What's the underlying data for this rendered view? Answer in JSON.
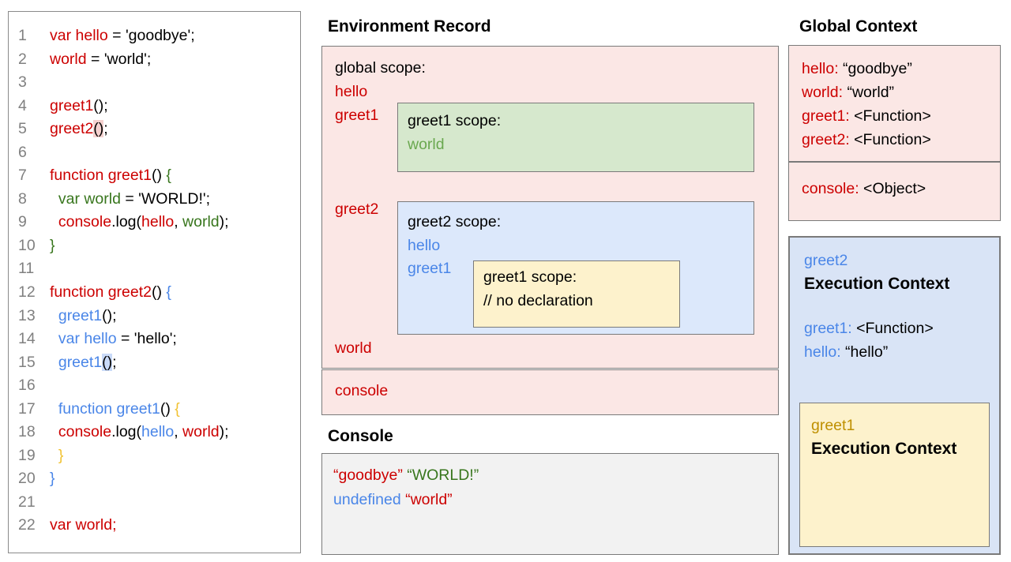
{
  "colors": {
    "red": "#cc0000",
    "black": "#000000",
    "green": "#38761d",
    "env_green": "#6aa84f",
    "blue": "#4a86e8",
    "yellow": "#f1c232",
    "gold": "#bf9000",
    "line_number": "#808080",
    "pink_fill": "#fbe7e5",
    "green_fill": "#d6e8cd",
    "scope_blue_fill": "#dce8fb",
    "ec_blue_fill": "#d9e4f6",
    "yellow_fill": "#fdf2cc",
    "console_fill": "#f2f2f2",
    "white": "#ffffff",
    "border": "#7a7a7a",
    "hl_pink": "#f5d1cf",
    "hl_blue": "#c9daf8"
  },
  "code_panel": {
    "lines": [
      {
        "n": "1",
        "segs": [
          {
            "t": "var hello",
            "c": "red"
          },
          {
            "t": " = 'goodbye';",
            "c": "black"
          }
        ]
      },
      {
        "n": "2",
        "segs": [
          {
            "t": "world",
            "c": "red"
          },
          {
            "t": " = 'world';",
            "c": "black"
          }
        ]
      },
      {
        "n": "3",
        "segs": []
      },
      {
        "n": "4",
        "segs": [
          {
            "t": "greet1",
            "c": "red"
          },
          {
            "t": "();",
            "c": "black"
          }
        ]
      },
      {
        "n": "5",
        "segs": [
          {
            "t": "greet2",
            "c": "red"
          },
          {
            "t": "()",
            "c": "black",
            "bg": "hl_pink"
          },
          {
            "t": ";",
            "c": "black"
          }
        ]
      },
      {
        "n": "6",
        "segs": []
      },
      {
        "n": "7",
        "segs": [
          {
            "t": "function greet1",
            "c": "red"
          },
          {
            "t": "() ",
            "c": "black"
          },
          {
            "t": "{",
            "c": "green"
          }
        ]
      },
      {
        "n": "8",
        "segs": [
          {
            "t": "  ",
            "c": "black"
          },
          {
            "t": "var world",
            "c": "green"
          },
          {
            "t": " = 'WORLD!';",
            "c": "black"
          }
        ]
      },
      {
        "n": "9",
        "segs": [
          {
            "t": "  ",
            "c": "black"
          },
          {
            "t": "console",
            "c": "red"
          },
          {
            "t": ".log(",
            "c": "black"
          },
          {
            "t": "hello",
            "c": "red"
          },
          {
            "t": ", ",
            "c": "black"
          },
          {
            "t": "world",
            "c": "green"
          },
          {
            "t": ");",
            "c": "black"
          }
        ]
      },
      {
        "n": "10",
        "segs": [
          {
            "t": "}",
            "c": "green"
          }
        ]
      },
      {
        "n": "11",
        "segs": []
      },
      {
        "n": "12",
        "segs": [
          {
            "t": "function greet2",
            "c": "red"
          },
          {
            "t": "() ",
            "c": "black"
          },
          {
            "t": "{",
            "c": "blue"
          }
        ]
      },
      {
        "n": "13",
        "segs": [
          {
            "t": "  ",
            "c": "black"
          },
          {
            "t": "greet1",
            "c": "blue"
          },
          {
            "t": "();",
            "c": "black"
          }
        ]
      },
      {
        "n": "14",
        "segs": [
          {
            "t": "  ",
            "c": "black"
          },
          {
            "t": "var hello",
            "c": "blue"
          },
          {
            "t": " = 'hello';",
            "c": "black"
          }
        ]
      },
      {
        "n": "15",
        "segs": [
          {
            "t": "  ",
            "c": "black"
          },
          {
            "t": "greet1",
            "c": "blue"
          },
          {
            "t": "()",
            "c": "black",
            "bg": "hl_blue"
          },
          {
            "t": ";",
            "c": "black"
          }
        ]
      },
      {
        "n": "16",
        "segs": []
      },
      {
        "n": "17",
        "segs": [
          {
            "t": "  ",
            "c": "black"
          },
          {
            "t": "function greet1",
            "c": "blue"
          },
          {
            "t": "() ",
            "c": "black"
          },
          {
            "t": "{",
            "c": "yellow"
          }
        ]
      },
      {
        "n": "18",
        "segs": [
          {
            "t": "  ",
            "c": "black"
          },
          {
            "t": "console",
            "c": "red"
          },
          {
            "t": ".log(",
            "c": "black"
          },
          {
            "t": "hello",
            "c": "blue"
          },
          {
            "t": ", ",
            "c": "black"
          },
          {
            "t": "world",
            "c": "red"
          },
          {
            "t": ");",
            "c": "black"
          }
        ]
      },
      {
        "n": "19",
        "segs": [
          {
            "t": "  ",
            "c": "black"
          },
          {
            "t": "}",
            "c": "yellow"
          }
        ]
      },
      {
        "n": "20",
        "segs": [
          {
            "t": "}",
            "c": "blue"
          }
        ]
      },
      {
        "n": "21",
        "segs": []
      },
      {
        "n": "22",
        "segs": [
          {
            "t": "var world;",
            "c": "red"
          }
        ]
      }
    ]
  },
  "environment_record": {
    "title": "Environment Record",
    "global_scope": {
      "label": "global scope:",
      "members": [
        "hello",
        "greet1",
        "greet2",
        "world"
      ],
      "greet1_scope": {
        "label": "greet1 scope:",
        "member": "world"
      },
      "greet2_scope": {
        "label": "greet2 scope:",
        "members": [
          "hello",
          "greet1"
        ],
        "greet1_scope": {
          "label": "greet1 scope:",
          "comment": "// no declaration"
        }
      }
    },
    "console_member": "console"
  },
  "console_panel": {
    "title": "Console",
    "lines": [
      [
        {
          "t": "“goodbye”",
          "c": "red"
        },
        {
          "t": " ",
          "c": "black"
        },
        {
          "t": "“WORLD!”",
          "c": "green"
        }
      ],
      [
        {
          "t": "undefined",
          "c": "blue"
        },
        {
          "t": " ",
          "c": "black"
        },
        {
          "t": "“world”",
          "c": "red"
        }
      ]
    ]
  },
  "global_context": {
    "title": "Global Context",
    "variables": [
      [
        {
          "t": "hello:",
          "c": "red"
        },
        {
          "t": " “goodbye”",
          "c": "black"
        }
      ],
      [
        {
          "t": "world:",
          "c": "red"
        },
        {
          "t": " “world”",
          "c": "black"
        }
      ],
      [
        {
          "t": "greet1:",
          "c": "red"
        },
        {
          "t": " <Function>",
          "c": "black"
        }
      ],
      [
        {
          "t": "greet2:",
          "c": "red"
        },
        {
          "t": " <Function>",
          "c": "black"
        }
      ]
    ],
    "console_entry": [
      [
        {
          "t": "console:",
          "c": "red"
        },
        {
          "t": " <Object>",
          "c": "black"
        }
      ]
    ]
  },
  "execution_context": {
    "function_name": "greet2",
    "title": "Execution Context",
    "entries": [
      [
        {
          "t": "greet1:",
          "c": "blue"
        },
        {
          "t": " <Function>",
          "c": "black"
        }
      ],
      [
        {
          "t": "hello:",
          "c": "blue"
        },
        {
          "t": " “hello”",
          "c": "black"
        }
      ]
    ],
    "nested": {
      "function_name": "greet1",
      "title": "Execution Context"
    }
  }
}
